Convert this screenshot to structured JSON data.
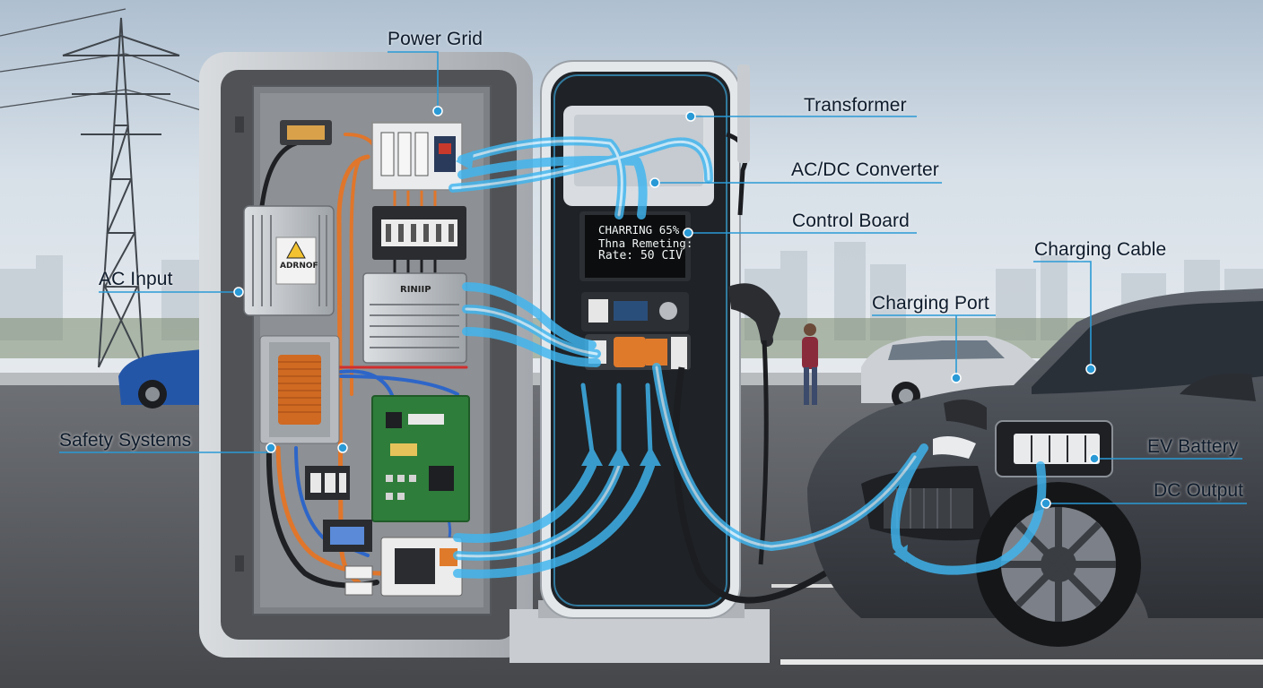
{
  "labels": {
    "power_grid": "Power Grid",
    "transformer": "Transformer",
    "ac_dc_converter": "AC/DC Converter",
    "control_board": "Control Board",
    "charging_cable": "Charging Cable",
    "ac_input": "AC Input",
    "charging_port": "Charging Port",
    "safety_systems": "Safety Systems",
    "ev_battery": "EV Battery",
    "dc_output": "DC Output"
  },
  "screen": {
    "line1": "CHARRING 65%",
    "line2": "Thna Remeting:",
    "line3": "Rate: 50 CIV"
  },
  "components": {
    "warning_box_text": "ADRNOF",
    "module_text": "RINIIP"
  },
  "colors": {
    "flow": "#3fb6f0",
    "leader": "#2a9ad6",
    "cabinet": "#5a5c60",
    "panel": "#8c8e91",
    "copper": "#d8742a",
    "pcb": "#2e7d3a",
    "car": "#4a4e55"
  }
}
